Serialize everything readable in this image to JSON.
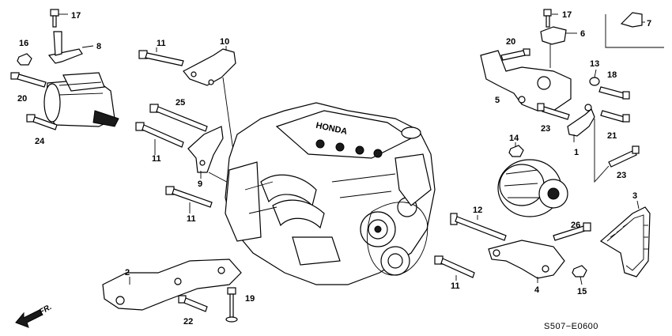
{
  "diagram_code": "S507−E0600",
  "front_label": "FR.",
  "callouts": [
    {
      "id": "c1",
      "label": "1"
    },
    {
      "id": "c2",
      "label": "2"
    },
    {
      "id": "c3",
      "label": "3"
    },
    {
      "id": "c4",
      "label": "4"
    },
    {
      "id": "c5",
      "label": "5"
    },
    {
      "id": "c6",
      "label": "6"
    },
    {
      "id": "c7",
      "label": "7"
    },
    {
      "id": "c8",
      "label": "8"
    },
    {
      "id": "c9",
      "label": "9"
    },
    {
      "id": "c10",
      "label": "10"
    },
    {
      "id": "c11a",
      "label": "11"
    },
    {
      "id": "c11b",
      "label": "11"
    },
    {
      "id": "c11c",
      "label": "11"
    },
    {
      "id": "c11d",
      "label": "11"
    },
    {
      "id": "c12",
      "label": "12"
    },
    {
      "id": "c13",
      "label": "13"
    },
    {
      "id": "c14",
      "label": "14"
    },
    {
      "id": "c15",
      "label": "15"
    },
    {
      "id": "c16",
      "label": "16"
    },
    {
      "id": "c17a",
      "label": "17"
    },
    {
      "id": "c17b",
      "label": "17"
    },
    {
      "id": "c18",
      "label": "18"
    },
    {
      "id": "c19",
      "label": "19"
    },
    {
      "id": "c20a",
      "label": "20"
    },
    {
      "id": "c20b",
      "label": "20"
    },
    {
      "id": "c21",
      "label": "21"
    },
    {
      "id": "c22",
      "label": "22"
    },
    {
      "id": "c23a",
      "label": "23"
    },
    {
      "id": "c23b",
      "label": "23"
    },
    {
      "id": "c24",
      "label": "24"
    },
    {
      "id": "c25",
      "label": "25"
    },
    {
      "id": "c26",
      "label": "26"
    }
  ]
}
